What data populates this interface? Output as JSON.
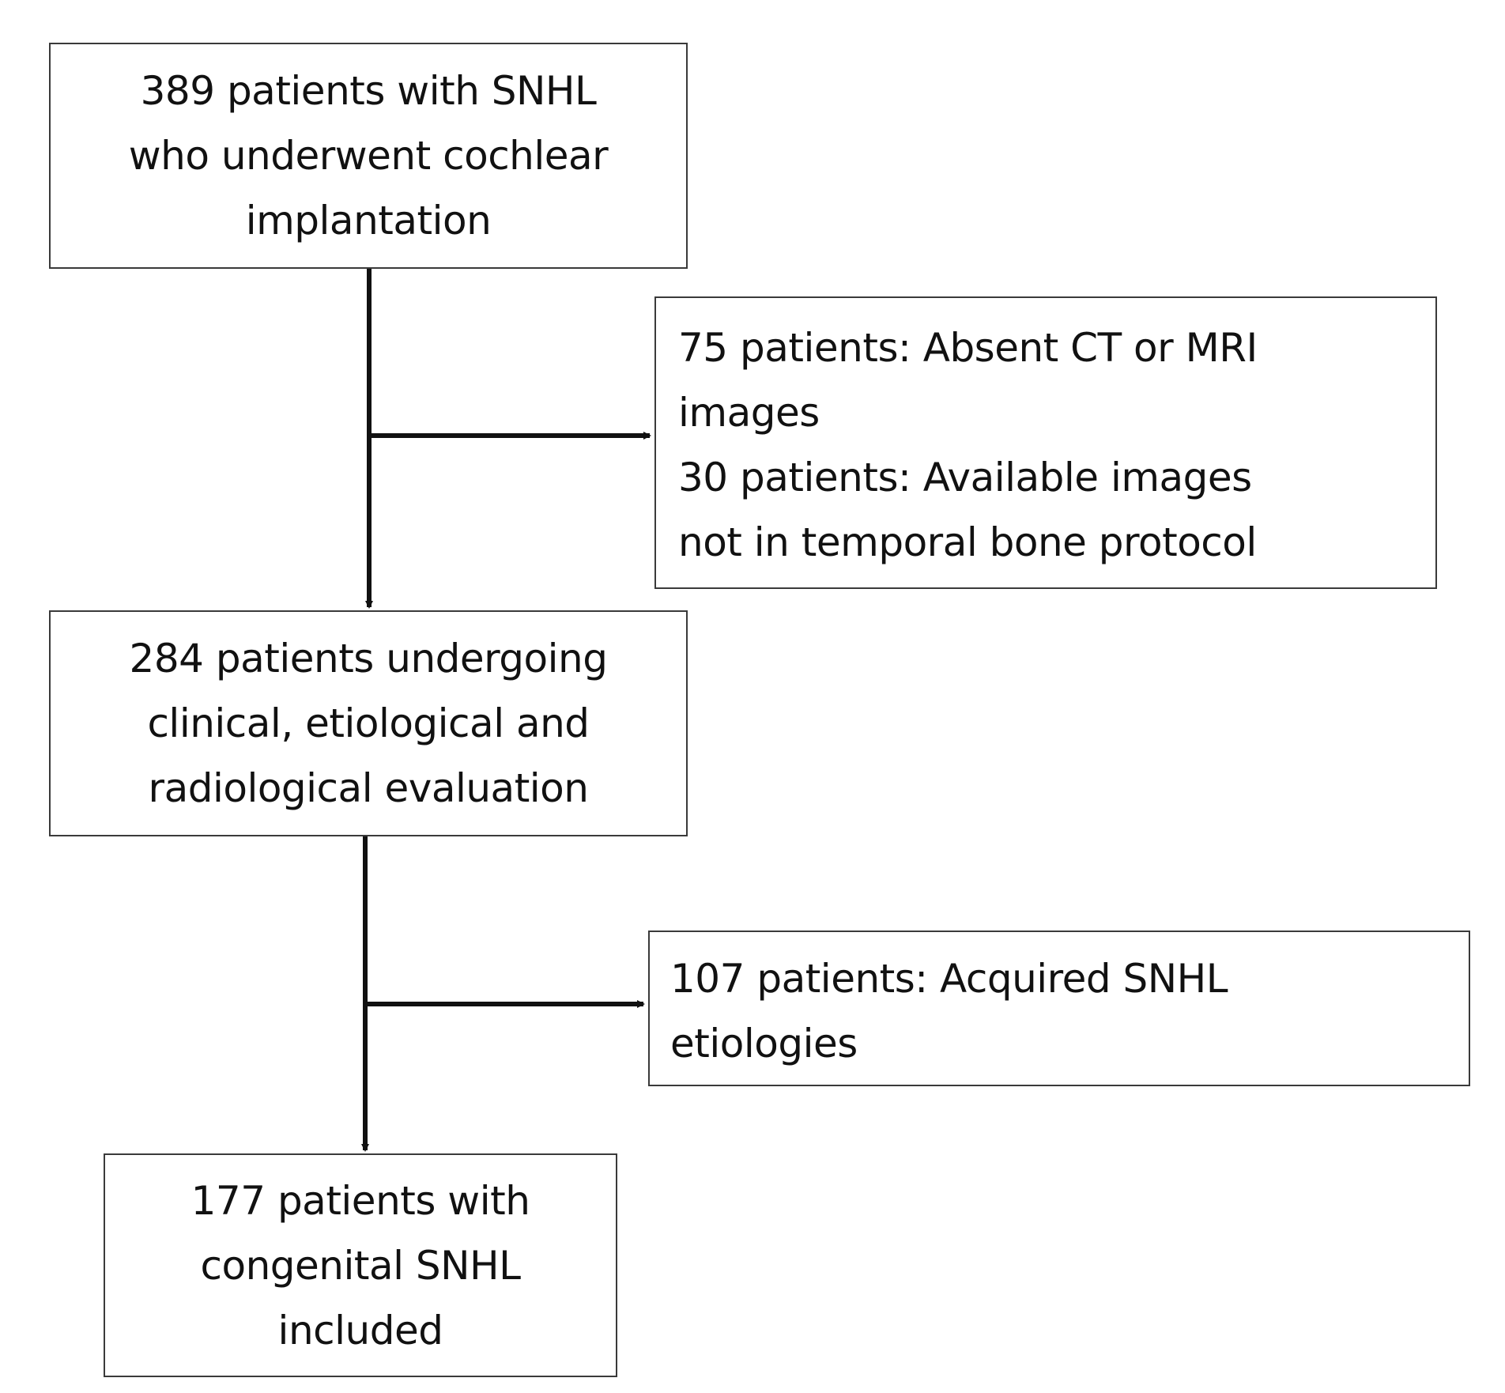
{
  "flowchart": {
    "start_box": {
      "lines": [
        "389 patients with SNHL",
        "who underwent cochlear",
        "implantation"
      ]
    },
    "exclusion_1": {
      "lines": [
        "75 patients: Absent CT or MRI",
        "images",
        "30 patients: Available images",
        "not in temporal bone protocol"
      ]
    },
    "middle_box": {
      "lines": [
        "284 patients undergoing",
        "clinical, etiological and",
        "radiological evaluation"
      ]
    },
    "exclusion_2": {
      "lines": [
        "107 patients: Acquired SNHL",
        "etiologies"
      ]
    },
    "final_box": {
      "lines": [
        "177 patients with",
        "congenital SNHL",
        "included"
      ]
    }
  },
  "colors": {
    "line": "#111111",
    "box_border": "#3a3a3a"
  }
}
